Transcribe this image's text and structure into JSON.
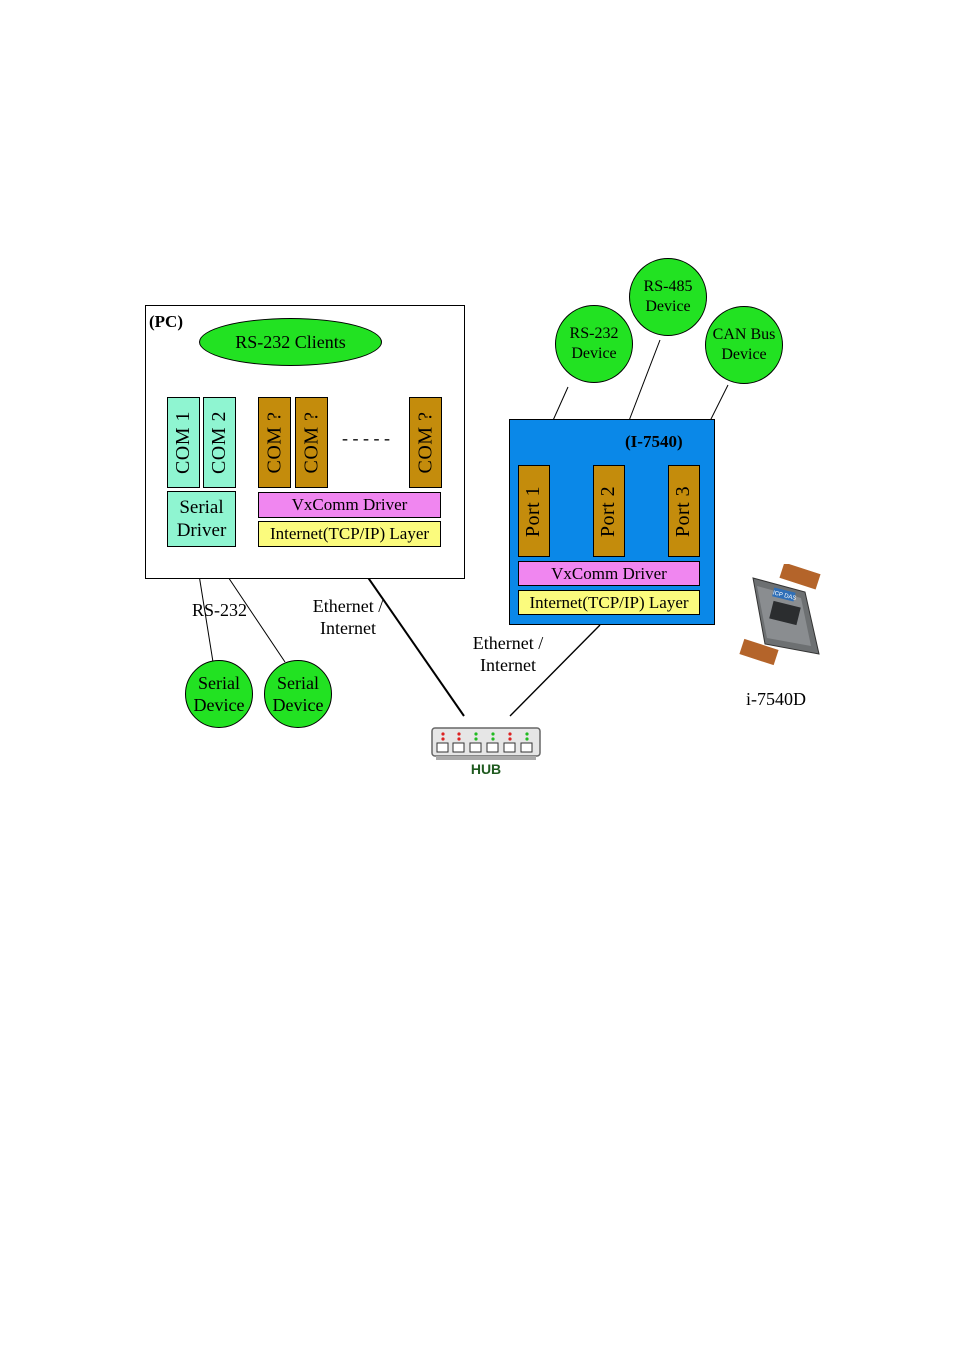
{
  "pc": {
    "title": "(PC)",
    "clients": "RS-232 Clients",
    "com1": "COM 1",
    "com2": "COM 2",
    "comq1": "COM ?",
    "comq2": "COM ?",
    "comq3": "COM ?",
    "dots": "- - - - -",
    "serial_driver_line1": "Serial",
    "serial_driver_line2": "Driver",
    "vxcomm": "VxComm Driver",
    "tcpip": "Internet(TCP/IP) Layer"
  },
  "i7540": {
    "title": "(I-7540)",
    "port1": "Port 1",
    "port2": "Port 2",
    "port3": "Port 3",
    "vxcomm": "VxComm Driver",
    "tcpip": "Internet(TCP/IP) Layer"
  },
  "devices": {
    "rs232_l1": "RS-232",
    "rs232_l2": "Device",
    "rs485_l1": "RS-485",
    "rs485_l2": "Device",
    "can_l1": "CAN Bus",
    "can_l2": "Device",
    "serial1_l1": "Serial",
    "serial1_l2": "Device",
    "serial2_l1": "Serial",
    "serial2_l2": "Device"
  },
  "labels": {
    "rs232": "RS-232",
    "eth_pc_l1": "Ethernet /",
    "eth_pc_l2": "Internet",
    "eth_dev_l1": "Ethernet /",
    "eth_dev_l2": "Internet",
    "hub": "HUB",
    "product": "i-7540D",
    "logo": "ICP DAS"
  }
}
